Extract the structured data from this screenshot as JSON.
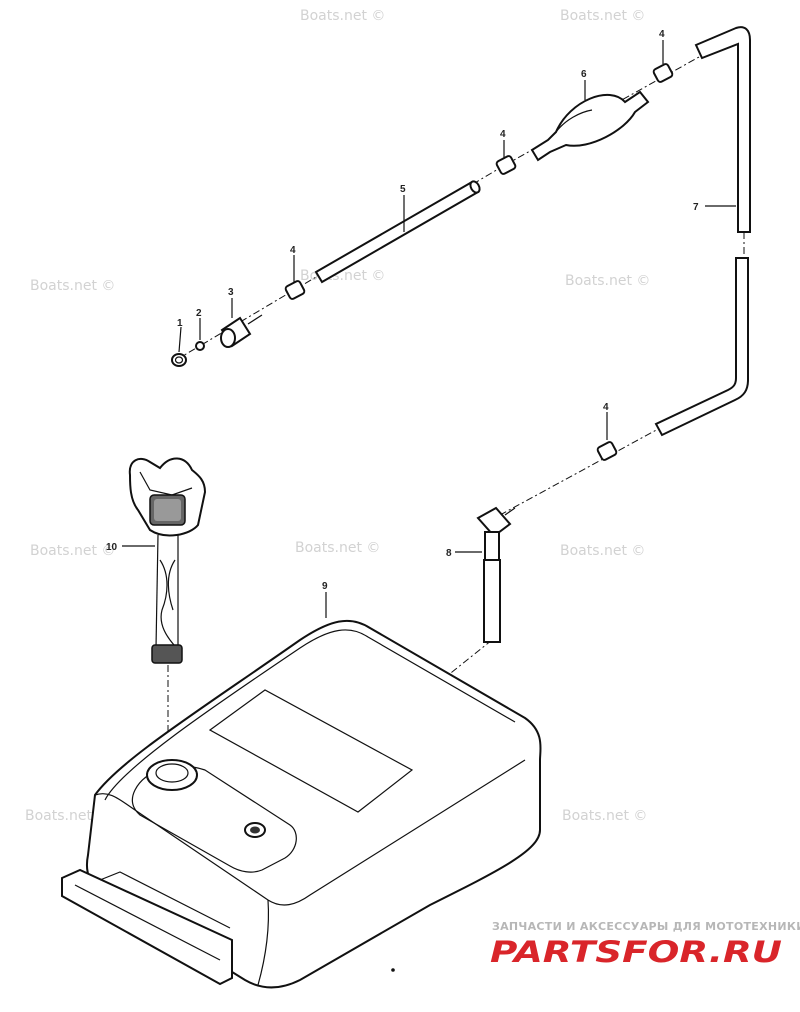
{
  "diagram": {
    "callouts": [
      "1",
      "2",
      "3",
      "4",
      "4",
      "4",
      "4",
      "5",
      "6",
      "7",
      "8",
      "9",
      "10"
    ]
  },
  "watermark": {
    "text": "Boats.net ©",
    "color": "#d2d2d2"
  },
  "brand": {
    "tagline": "ЗАПЧАСТИ И АКСЕССУАРЫ ДЛЯ МОТОТЕХНИКИ",
    "logo_prefix": "PARTS",
    "logo_suffix": "FOR.RU",
    "logo_color": "#d9252a",
    "tagline_color": "#b7b7b7"
  }
}
